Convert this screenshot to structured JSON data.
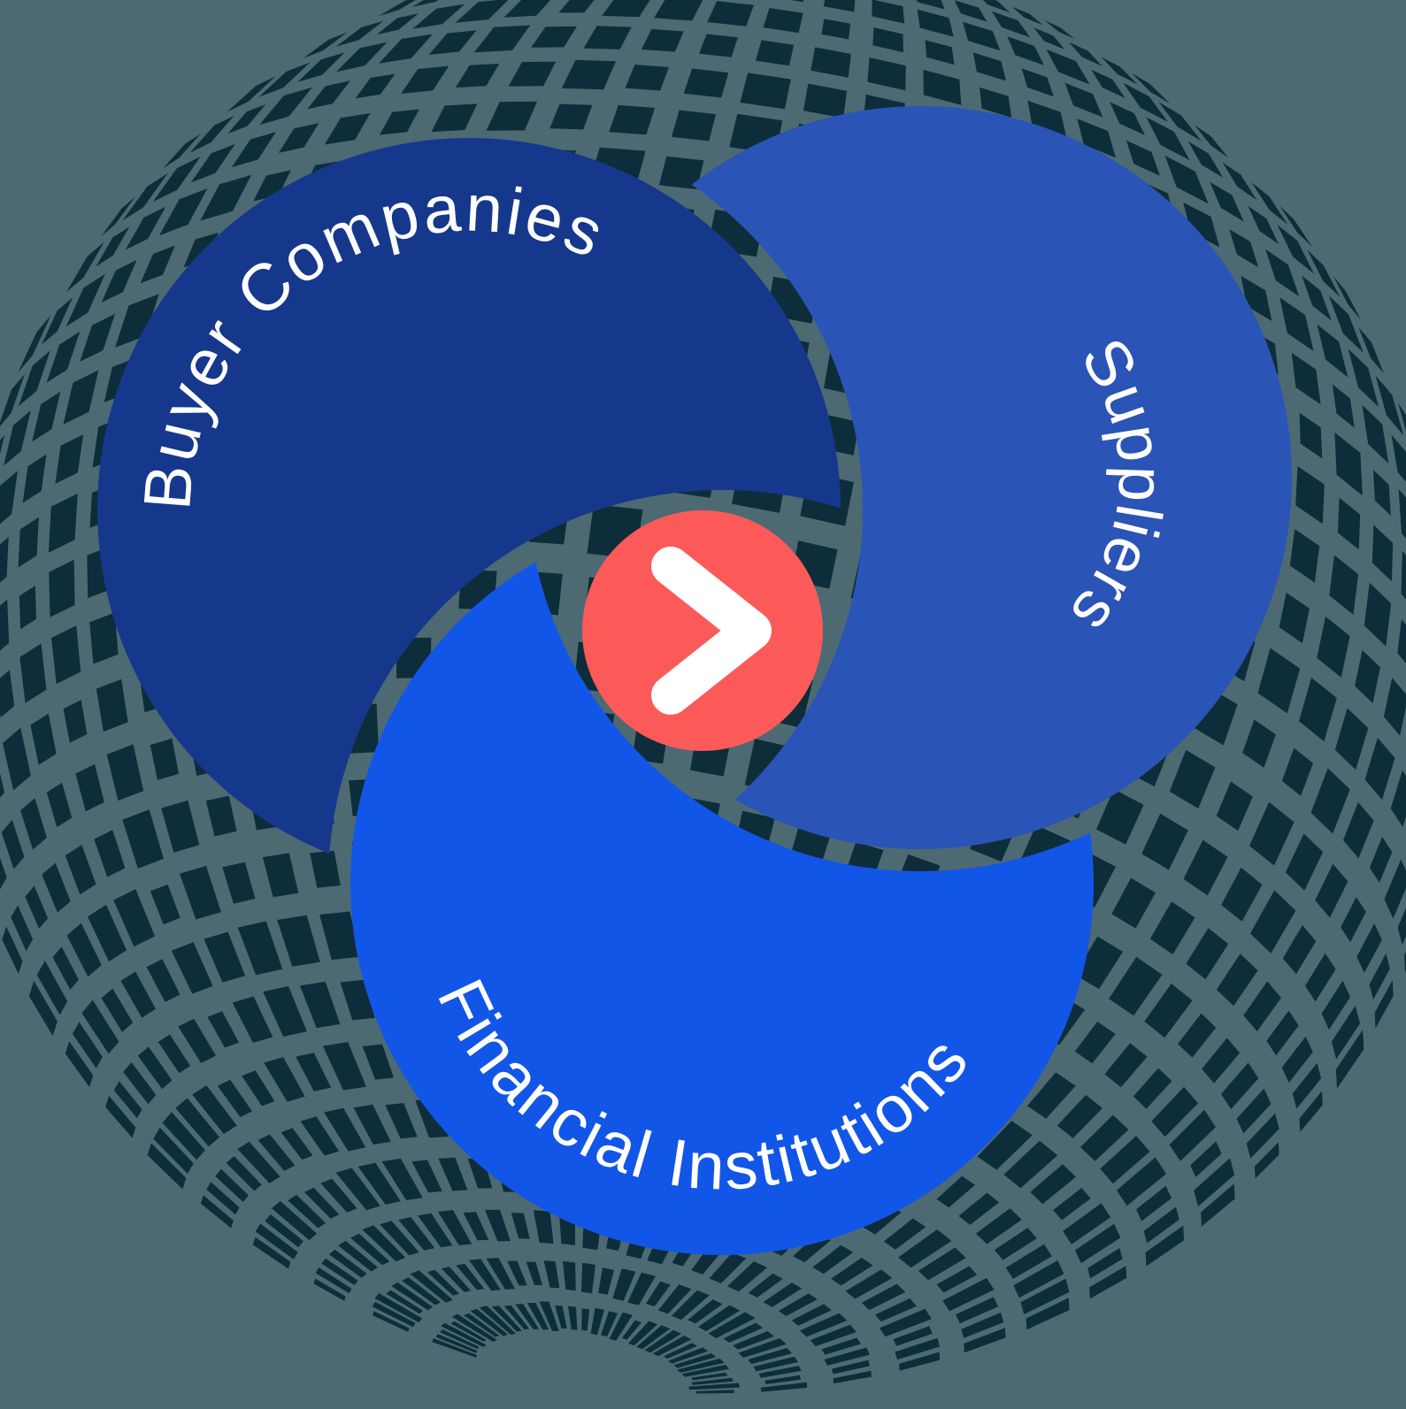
{
  "diagram": {
    "name": "supply-chain-network-diagram",
    "blades": [
      {
        "id": "buyer-companies",
        "label": "Buyer Companies",
        "color": "#16388c"
      },
      {
        "id": "suppliers",
        "label": "Suppliers",
        "color": "#2a54b6"
      },
      {
        "id": "financial-institutions",
        "label": "Financial Institutions",
        "color": "#1256e8"
      }
    ],
    "center": {
      "icon": "chevron-right-icon",
      "color": "#fb5a58"
    },
    "colors": {
      "background": "#4d6a72",
      "dot": "#0e2d3a",
      "text": "#ffffff"
    }
  }
}
